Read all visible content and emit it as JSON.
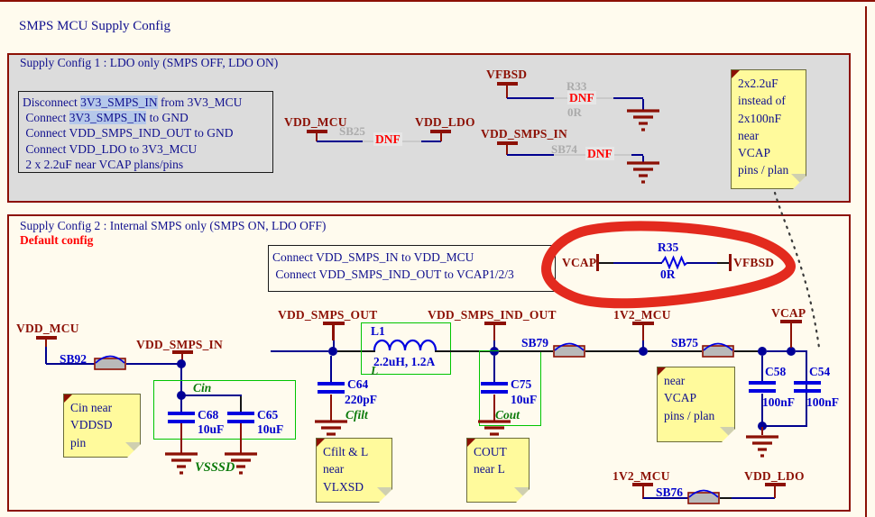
{
  "title": "SMPS MCU Supply Config",
  "section1": {
    "header": "Supply Config 1 : LDO only (SMPS OFF, LDO ON)",
    "instructions": [
      {
        "pre": "Disconnect ",
        "hl": "3V3_SMPS_IN",
        "post": " from 3V3_MCU"
      },
      {
        "pre": " Connect ",
        "hl": "3V3_SMPS_IN",
        "post": " to GND"
      },
      {
        "pre": " Connect VDD_SMPS_IND_OUT to GND",
        "hl": "",
        "post": ""
      },
      {
        "pre": " Connect VDD_LDO to 3V3_MCU",
        "hl": "",
        "post": ""
      },
      {
        "pre": " 2 x 2.2uF near VCAP plans/pins",
        "hl": "",
        "post": ""
      }
    ],
    "ldo_row": {
      "left_net": "VDD_MCU",
      "ref": "SB25",
      "dnf": "DNF",
      "right_net": "VDD_LDO"
    },
    "fb_row": {
      "net": "VFBSD",
      "ref": "R33",
      "dnf": "DNF",
      "value": "0R"
    },
    "smps_in_row": {
      "net": "VDD_SMPS_IN",
      "ref": "SB74",
      "dnf": "DNF"
    },
    "note_lines": [
      "2x2.2uF",
      "instead of",
      "2x100nF",
      "near",
      "VCAP",
      "pins / plan"
    ]
  },
  "section2": {
    "header": "Supply Config 2 : Internal SMPS only (SMPS ON, LDO OFF)",
    "subheader": "Default config",
    "instructions": [
      "Connect VDD_SMPS_IN to VDD_MCU",
      " Connect VDD_SMPS_IND_OUT to VCAP1/2/3"
    ],
    "bypass_row": {
      "left_net": "VCAP",
      "ref": "R35",
      "value": "0R",
      "right_net": "VFBSD"
    },
    "input_row": {
      "left_net": "VDD_MCU",
      "ref": "SB92",
      "right_net": "VDD_SMPS_IN"
    },
    "cin_group": {
      "label": "Cin",
      "c68": "C68",
      "c68_val": "10uF",
      "c65": "C65",
      "c65_val": "10uF",
      "gnd_label": "VSSSD"
    },
    "out_net": "VDD_SMPS_OUT",
    "inductor": {
      "ref": "L1",
      "value": "2.2uH, 1.2A",
      "label": "L"
    },
    "cfilt": {
      "ref": "C64",
      "value": "220pF",
      "label": "Cfilt"
    },
    "ind_out_net": "VDD_SMPS_IND_OUT",
    "cout": {
      "ref": "C75",
      "value": "10uF",
      "label": "Cout"
    },
    "sb79": "SB79",
    "mcu_net": "1V2_MCU",
    "sb75": "SB75",
    "vcap_net": "VCAP",
    "c58": {
      "ref": "C58",
      "value": "100nF"
    },
    "c54": {
      "ref": "C54",
      "value": "100nF"
    },
    "ldo_row": {
      "left_net": "1V2_MCU",
      "ref": "SB76",
      "right_net": "VDD_LDO"
    },
    "notes": {
      "cin": [
        "Cin near",
        "VDDSD",
        "pin"
      ],
      "cfilt": [
        "Cfilt & L",
        "near",
        "VLXSD"
      ],
      "cout": [
        "COUT",
        "near L"
      ],
      "vcap": [
        "near",
        "VCAP",
        "pins / plan"
      ]
    }
  }
}
